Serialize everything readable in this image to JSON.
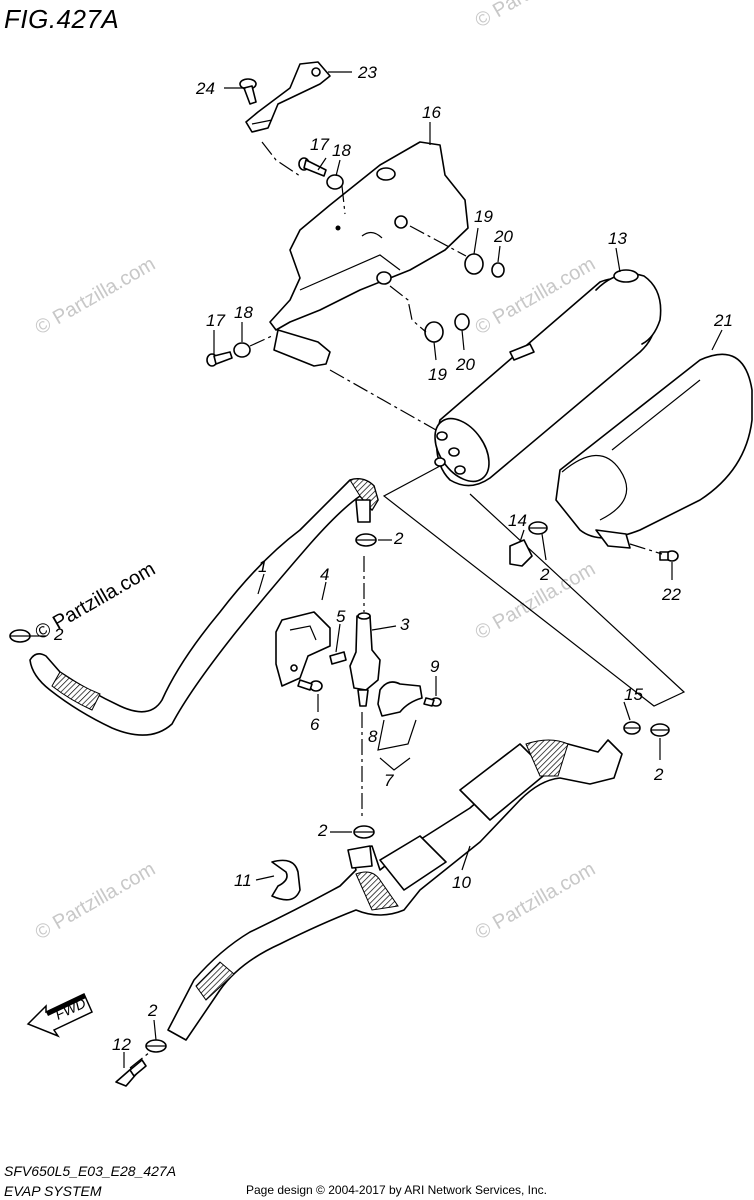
{
  "header": {
    "figure_title": "FIG.427A"
  },
  "footer": {
    "diagram_code": "SFV650L5_E03_E28_427A",
    "section_name": "EVAP SYSTEM",
    "copyright": "Page design © 2004-2017 by ARI Network Services, Inc."
  },
  "watermark": {
    "text": "© Partzilla.com",
    "short_text": "© Partz"
  },
  "fwd_label": "FWD",
  "callouts": {
    "c1": "1",
    "c2a": "2",
    "c2b": "2",
    "c2c": "2",
    "c2d": "2",
    "c2e": "2",
    "c2f": "2",
    "c3": "3",
    "c4": "4",
    "c5": "5",
    "c6": "6",
    "c7": "7",
    "c8": "8",
    "c9": "9",
    "c10": "10",
    "c11": "11",
    "c12": "12",
    "c13": "13",
    "c14": "14",
    "c15": "15",
    "c16": "16",
    "c17a": "17",
    "c17b": "17",
    "c18a": "18",
    "c18b": "18",
    "c19a": "19",
    "c19b": "19",
    "c20a": "20",
    "c20b": "20",
    "c21": "21",
    "c22": "22",
    "c23": "23",
    "c24": "24"
  }
}
